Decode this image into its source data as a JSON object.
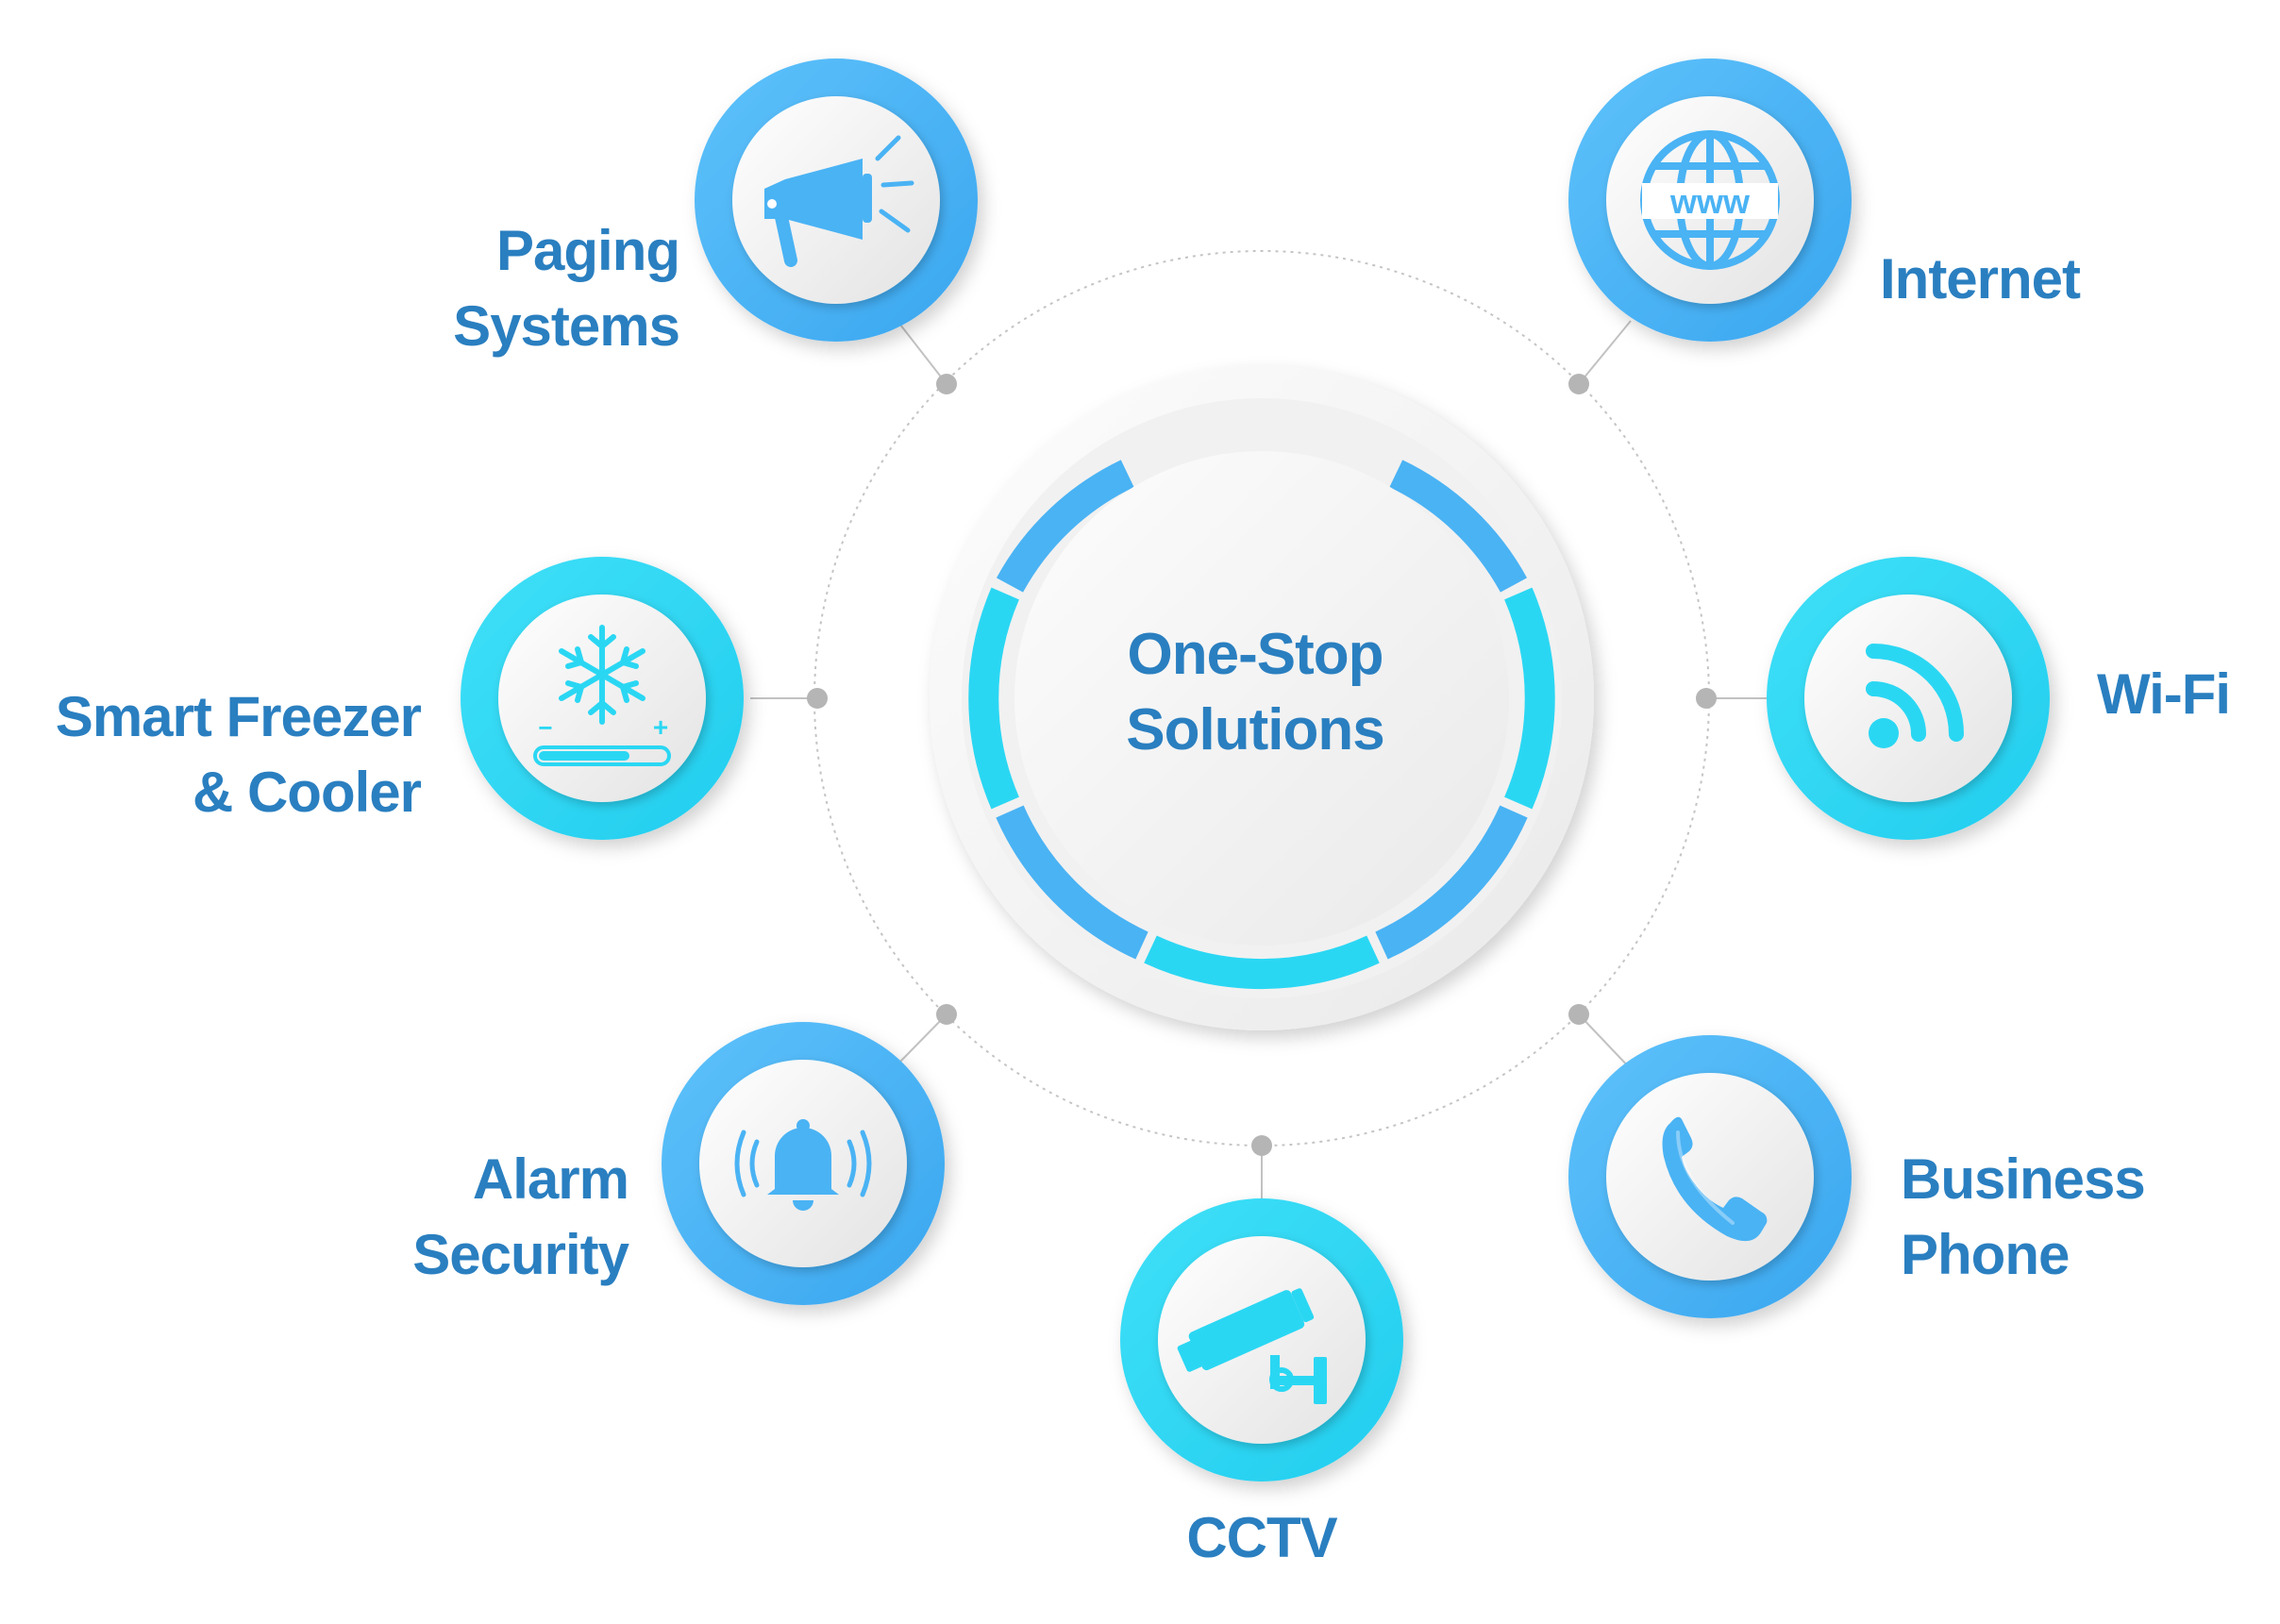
{
  "center": {
    "line1": "One-Stop",
    "line2": "Solutions"
  },
  "nodes": [
    {
      "id": "paging",
      "line1": "Paging",
      "line2": "Systems",
      "icon": "megaphone-icon"
    },
    {
      "id": "internet",
      "line1": "Internet",
      "icon": "globe-www-icon"
    },
    {
      "id": "freezer",
      "line1": "Smart Freezer",
      "line2": "& Cooler",
      "icon": "snowflake-icon"
    },
    {
      "id": "wifi",
      "line1": "Wi-Fi",
      "icon": "wifi-icon"
    },
    {
      "id": "alarm",
      "line1": "Alarm",
      "line2": "Security",
      "icon": "bell-icon"
    },
    {
      "id": "phone",
      "line1": "Business",
      "line2": "Phone",
      "icon": "phone-icon"
    },
    {
      "id": "cctv",
      "line1": "CCTV",
      "icon": "cctv-camera-icon"
    }
  ],
  "icon_glyphs": {
    "www": "www",
    "minus": "−",
    "plus": "+"
  },
  "colors": {
    "text": "#2a7fc0",
    "blue": "#4ab3f4",
    "cyan": "#2ad7f3",
    "icon": "#4ab3f4",
    "connector": "#b8b8b8"
  }
}
